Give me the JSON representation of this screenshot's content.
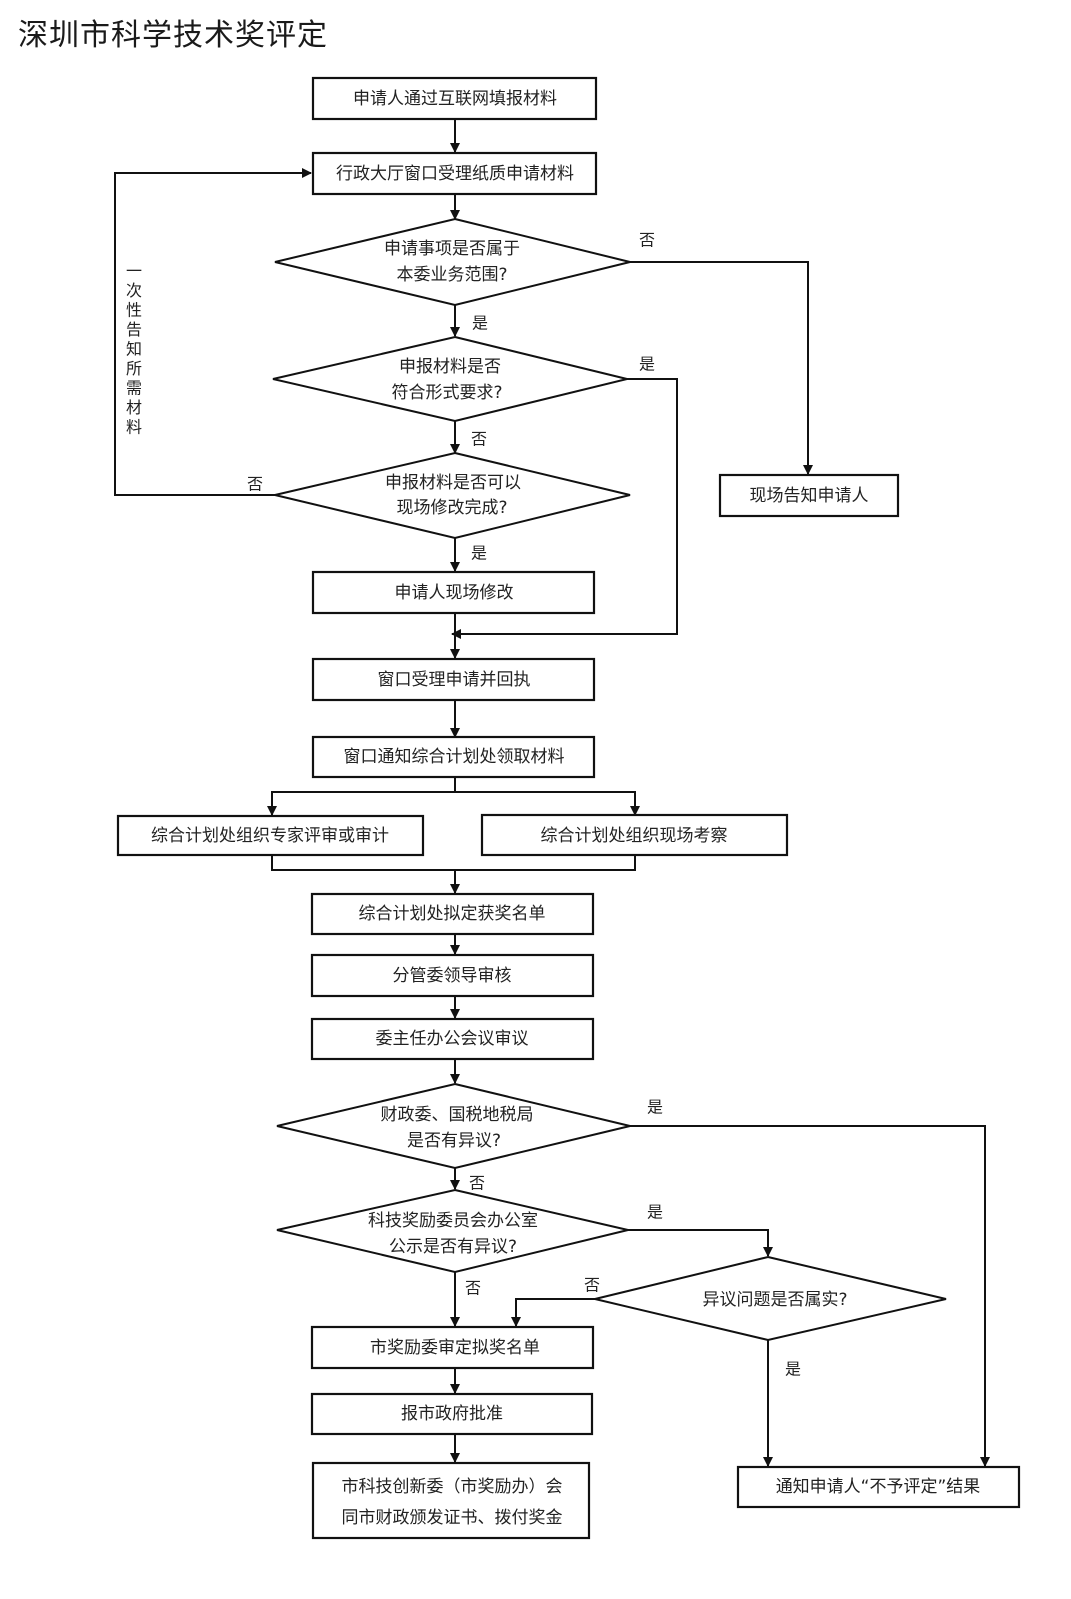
{
  "title": "深圳市科学技术奖评定",
  "nodes": {
    "n1": "申请人通过互联网填报材料",
    "n2": "行政大厅窗口受理纸质申请材料",
    "d1": [
      "申请事项是否属于",
      "本委业务范围?"
    ],
    "d2": [
      "申报材料是否",
      "符合形式要求?"
    ],
    "d3": [
      "申报材料是否可以",
      "现场修改完成?"
    ],
    "n_notify": "现场告知申请人",
    "n3": "申请人现场修改",
    "n4": "窗口受理申请并回执",
    "n5": "窗口通知综合计划处领取材料",
    "n6a": "综合计划处组织专家评审或审计",
    "n6b": "综合计划处组织现场考察",
    "n7": "综合计划处拟定获奖名单",
    "n8": "分管委领导审核",
    "n9": "委主任办公会议审议",
    "d4": [
      "财政委、国税地税局",
      "是否有异议?"
    ],
    "d5": [
      "科技奖励委员会办公室",
      "公示是否有异议?"
    ],
    "d6": [
      "异议问题是否属实?"
    ],
    "n10": "市奖励委审定拟奖名单",
    "n11": "报市政府批准",
    "n12": [
      "市科技创新委（市奖励办）会",
      "同市财政颁发证书、拨付奖金"
    ],
    "n_reject": "通知申请人“不予评定”结果"
  },
  "side_label": "一次性告知所需材料",
  "edge_labels": {
    "d1_no": "否",
    "d1_yes": "是",
    "d2_yes": "是",
    "d2_no": "否",
    "d3_no": "否",
    "d3_yes": "是",
    "d4_yes": "是",
    "d4_no": "否",
    "d5_yes": "是",
    "d5_no": "否",
    "d6_no": "否",
    "d6_yes": "是"
  }
}
